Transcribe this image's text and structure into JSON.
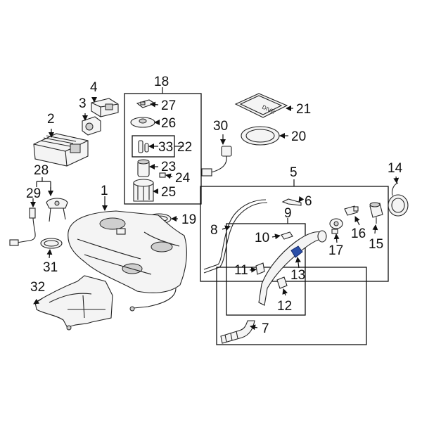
{
  "diagram": {
    "callouts": {
      "c1": "1",
      "c2": "2",
      "c3": "3",
      "c4": "4",
      "c5": "5",
      "c6": "6",
      "c7": "7",
      "c8": "8",
      "c9": "9",
      "c10": "10",
      "c11": "11",
      "c12": "12",
      "c13": "13",
      "c14": "14",
      "c15": "15",
      "c16": "16",
      "c17": "17",
      "c18": "18",
      "c19": "19",
      "c20": "20",
      "c21": "21",
      "c22": "22",
      "c23": "23",
      "c24": "24",
      "c25": "25",
      "c26": "26",
      "c27": "27",
      "c28": "28",
      "c29": "29",
      "c30": "30",
      "c31": "31",
      "c32": "32",
      "c33": "33"
    },
    "plate_text": "DIVE",
    "highlight_color": "#2b4fa8",
    "line_color": "#222222"
  }
}
